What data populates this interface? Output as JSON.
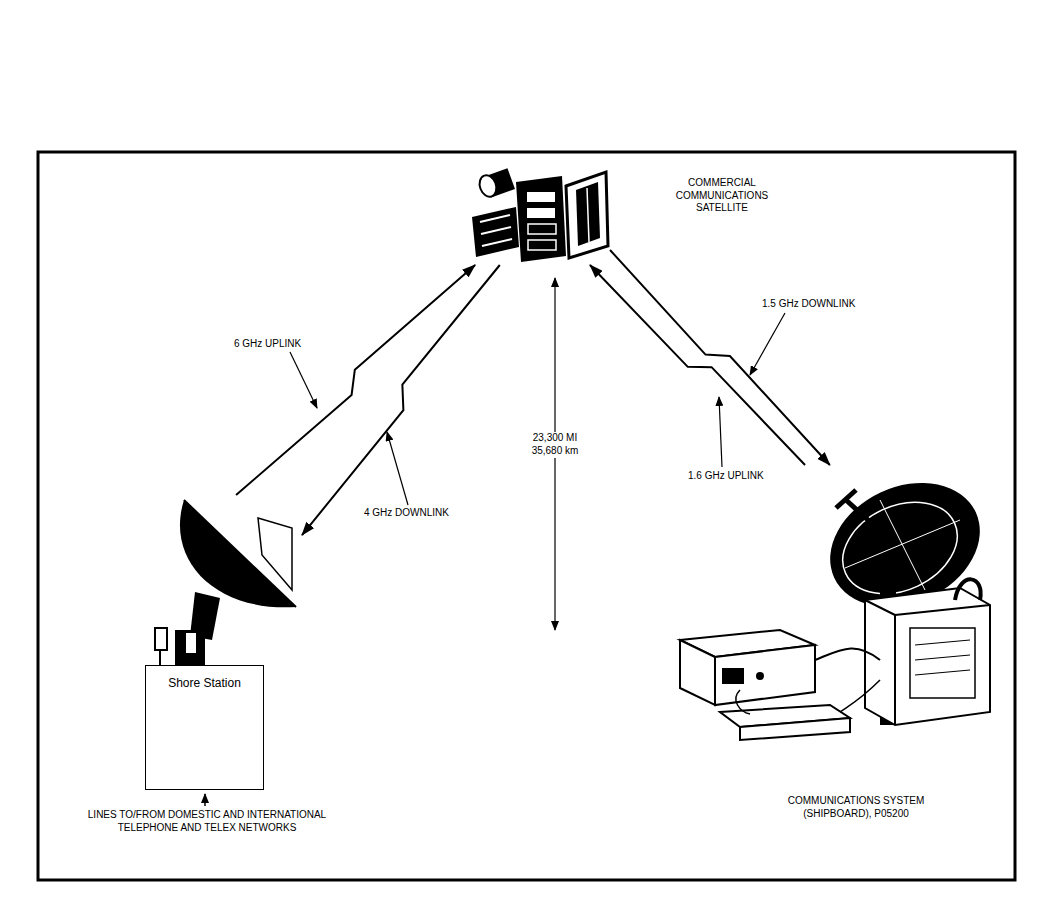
{
  "diagram": {
    "nodes": [
      {
        "text": [
          "COMMERCIAL COMMUNICATIONS SATELLITE"
        ]
      },
      {
        "text": [
          "Shore Station"
        ]
      },
      {
        "text": [
          "COMMUNICATIONS SYSTEM (SHIPBOARD), P05200"
        ]
      }
    ],
    "edges": [
      {
        "from": 1,
        "to": 0,
        "arrow": "to",
        "label": "6 GHz UPLINK"
      },
      {
        "from": 0,
        "to": 1,
        "arrow": "to",
        "label": "4 GHz DOWNLINK"
      },
      {
        "from": 0,
        "to": 2,
        "arrow": "to",
        "label": "1.5 GHz DOWNLINK"
      },
      {
        "from": 2,
        "to": 0,
        "arrow": "to",
        "label": "1.6 GHz UPLINK"
      }
    ],
    "labels": [
      "23,300 MI",
      "35,680 km",
      "LINES TO/FROM DOMESTIC AND INTERNATIONAL TELEPHONE AND TELEX NETWORKS"
    ]
  }
}
